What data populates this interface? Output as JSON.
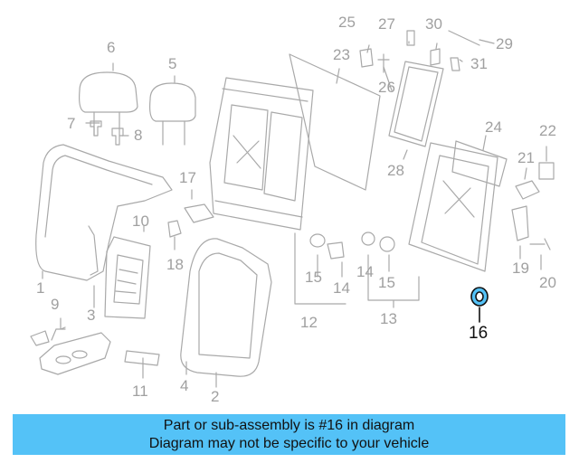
{
  "callouts": {
    "c1": "1",
    "c2": "2",
    "c3": "3",
    "c4": "4",
    "c5": "5",
    "c6": "6",
    "c7": "7",
    "c8": "8",
    "c9": "9",
    "c10": "10",
    "c11": "11",
    "c12": "12",
    "c13": "13",
    "c14a": "14",
    "c14b": "14",
    "c15a": "15",
    "c15b": "15",
    "c16": "16",
    "c17": "17",
    "c18": "18",
    "c19": "19",
    "c20": "20",
    "c21": "21",
    "c22": "22",
    "c23": "23",
    "c24": "24",
    "c25": "25",
    "c26": "26",
    "c27": "27",
    "c28": "28",
    "c29": "29",
    "c30": "30",
    "c31": "31"
  },
  "highlight": {
    "part": "16",
    "color": "#54c2f7"
  },
  "banner": {
    "line1": "Part or sub-assembly is #16 in diagram",
    "line2": "Diagram may not be specific to your vehicle",
    "background": "#54c2f7"
  },
  "colors": {
    "line": "#a9a9a9",
    "text": "#a0a0a0",
    "highlight_text": "#111111"
  }
}
